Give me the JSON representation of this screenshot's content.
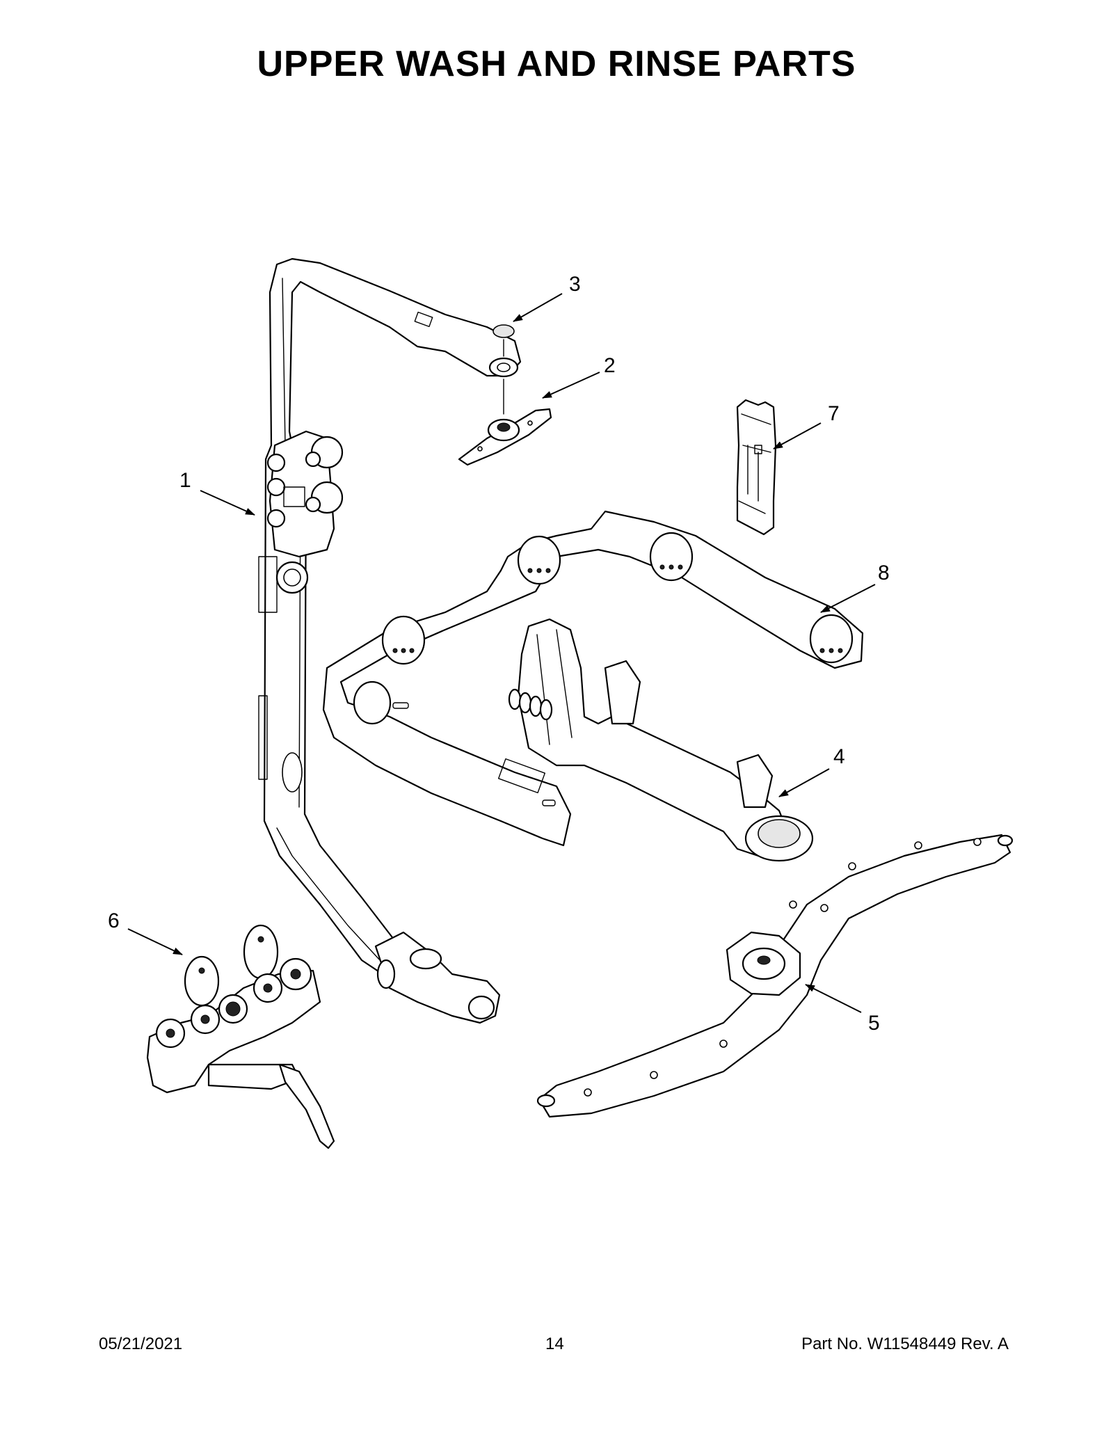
{
  "page": {
    "title": "UPPER WASH AND RINSE PARTS",
    "footer": {
      "date": "05/21/2021",
      "page_number": "14",
      "part_number": "Part No.  W11548449  Rev.  A"
    }
  },
  "callouts": [
    "1",
    "2",
    "3",
    "4",
    "5",
    "6",
    "7",
    "8"
  ]
}
